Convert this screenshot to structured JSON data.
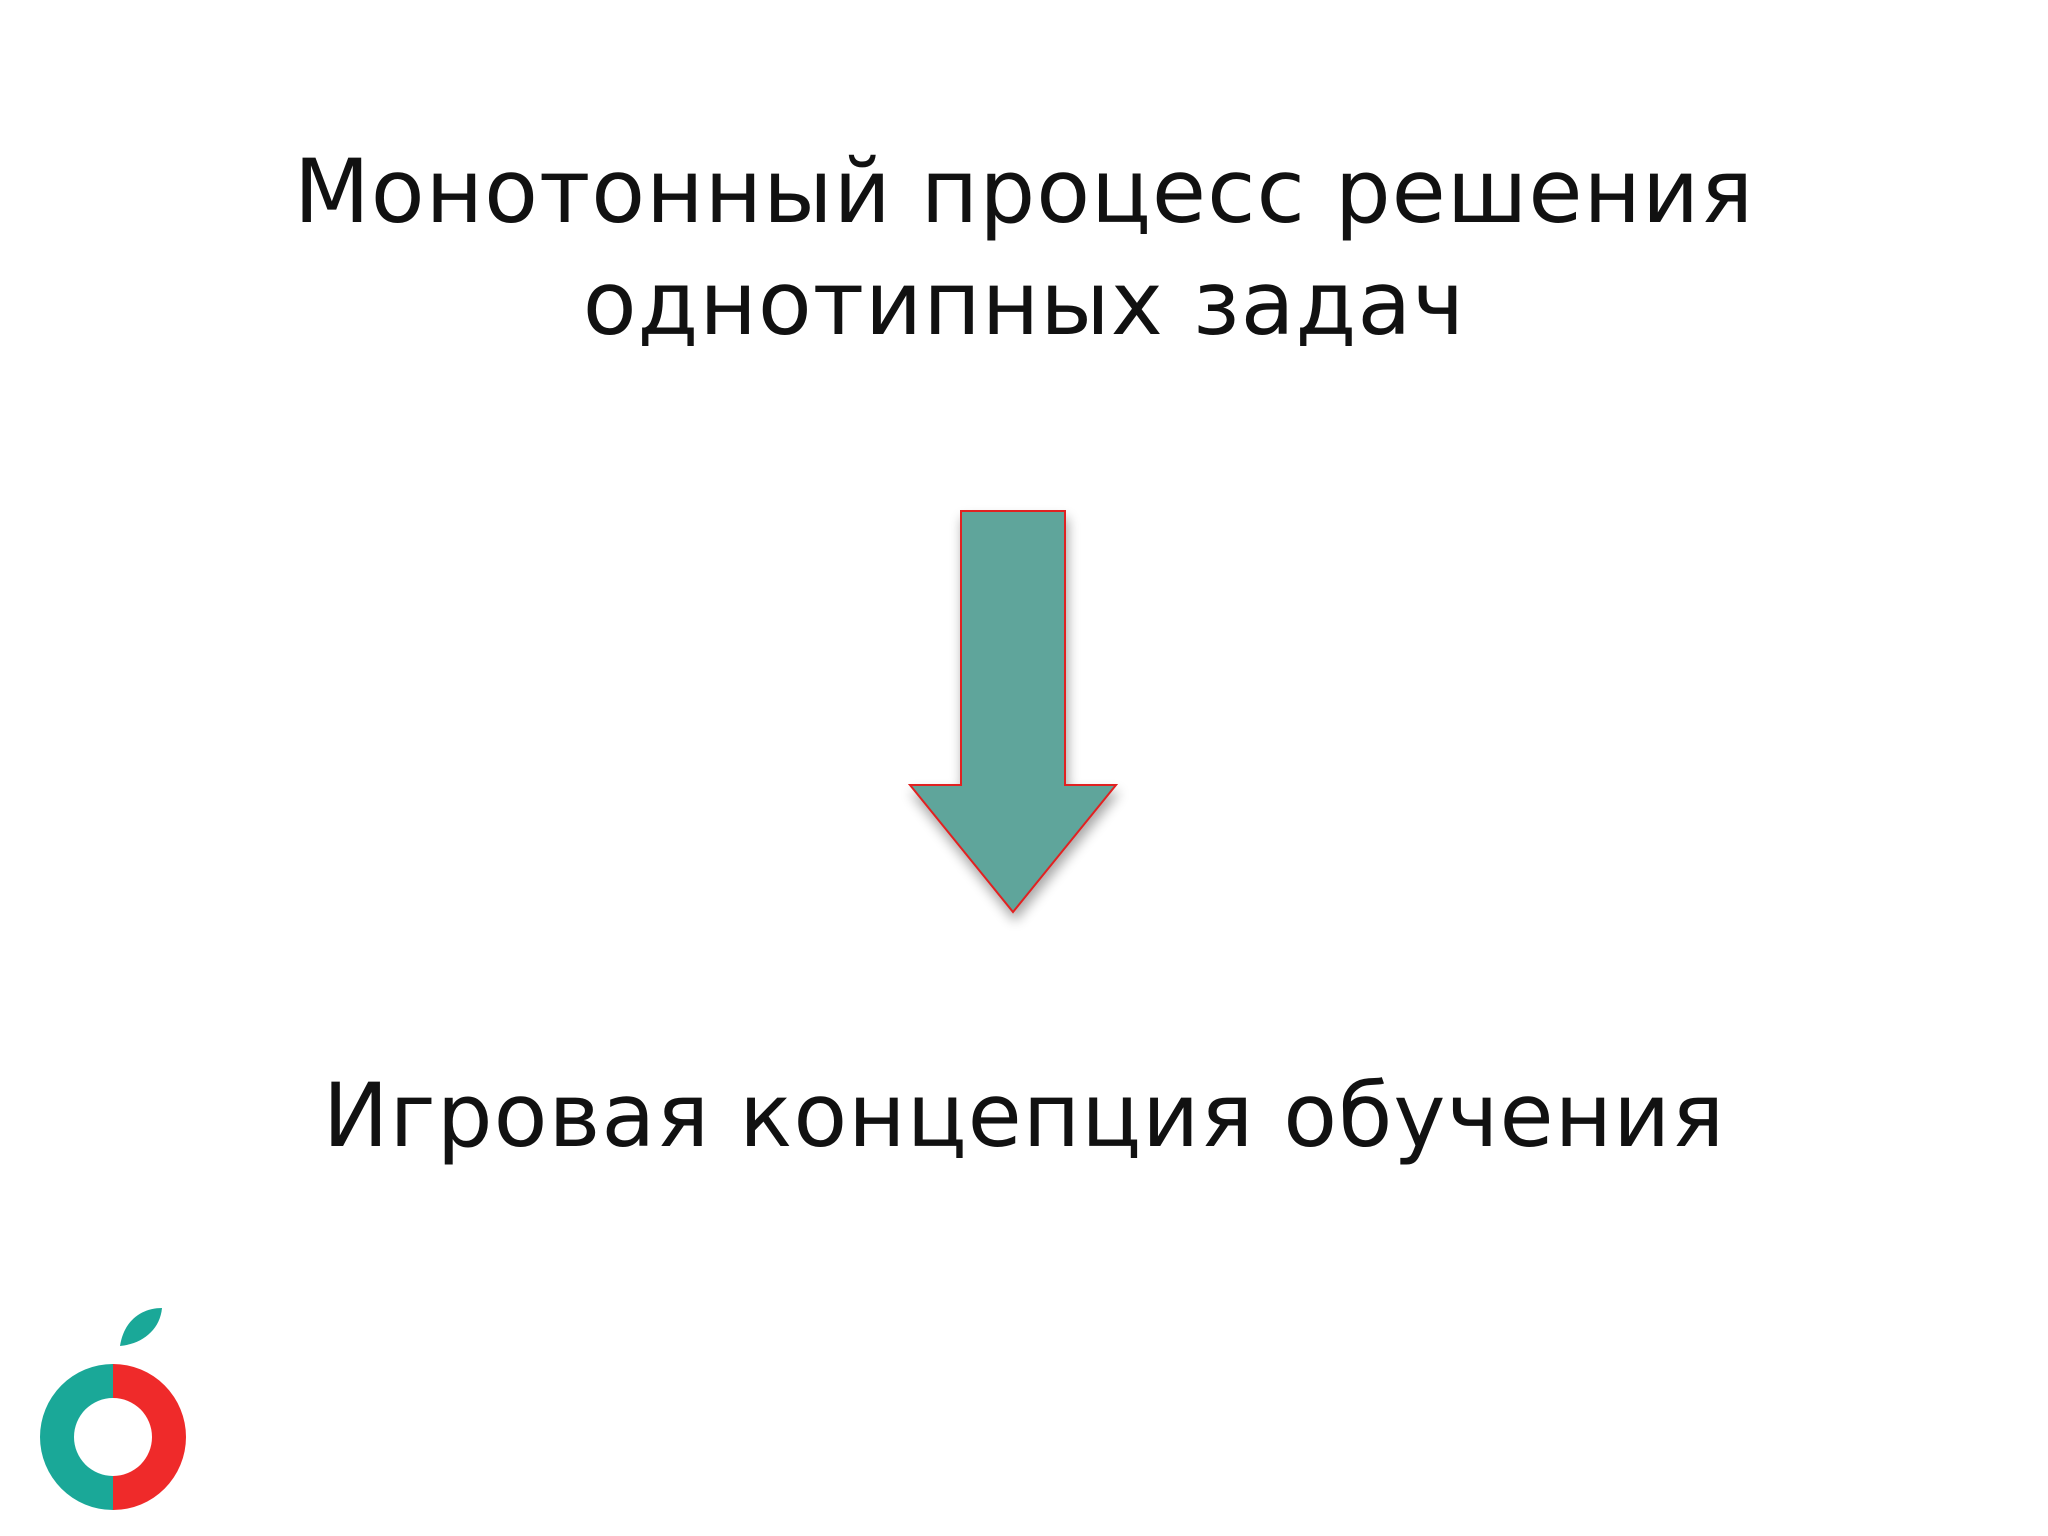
{
  "slide": {
    "title_lines": [
      "Монотонный процесс решения",
      "однотипных задач"
    ],
    "bottom_text": "Игровая концепция обучения"
  },
  "arrow": {
    "fill": "#5fa59b",
    "stroke": "#e02020",
    "icon": "down-arrow-icon"
  },
  "logo": {
    "icon": "apple-logo-icon",
    "colors": {
      "teal": "#1aa898",
      "red": "#ef2a2a"
    }
  }
}
